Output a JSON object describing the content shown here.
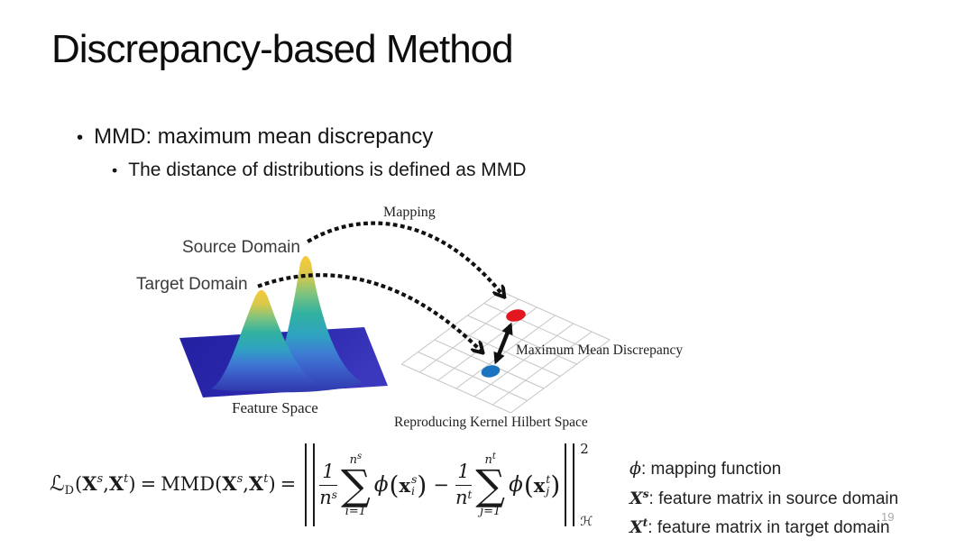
{
  "slide": {
    "title": "Discrepancy-based Method",
    "bullet_marker": "•",
    "bullets": [
      {
        "text": "MMD: maximum mean discrepancy"
      },
      {
        "text": "The distance of distributions is defined as MMD"
      }
    ],
    "page_number": "19"
  },
  "figure": {
    "labels": {
      "mapping": "Mapping",
      "source_domain": "Source Domain",
      "target_domain": "Target Domain",
      "feature_space": "Feature Space",
      "mmd": "Maximum Mean Discrepancy",
      "rkhs": "Reproducing Kernel Hilbert Space"
    },
    "colors": {
      "red_dot": "#E4161F",
      "blue_dot": "#1C74C0",
      "peak_top": "#F6CA3A",
      "peak_mid": "#31B2A0",
      "peak_low": "#3A57C4",
      "plane": "#2823A8",
      "grid_line": "#C5C5C5",
      "arrow": "#111111"
    }
  },
  "f": {
    "scriptL": "ℒ",
    "subD": "D",
    "lp": "(",
    "rp": ")",
    "X": "X",
    "xvec": "x",
    "s": "s",
    "t": "t",
    "i": "i",
    "j": "j",
    "comma": ",",
    "eq": "=",
    "mmd": "MMD",
    "one": "1",
    "n": "n",
    "sum": "∑",
    "iEq": "i=1",
    "jEq": "j=1",
    "phi": "ϕ",
    "minus": "−",
    "sup2": "2",
    "hilbert": "ℋ"
  },
  "notes": {
    "phi_line": {
      "sym": "ϕ",
      "rest": ": mapping function"
    },
    "xs_line": {
      "sym": "X",
      "sup": "s",
      "rest": ": feature matrix in source domain"
    },
    "xt_line": {
      "sym": "X",
      "sup": "t",
      "rest": ": feature matrix in target domain"
    }
  }
}
